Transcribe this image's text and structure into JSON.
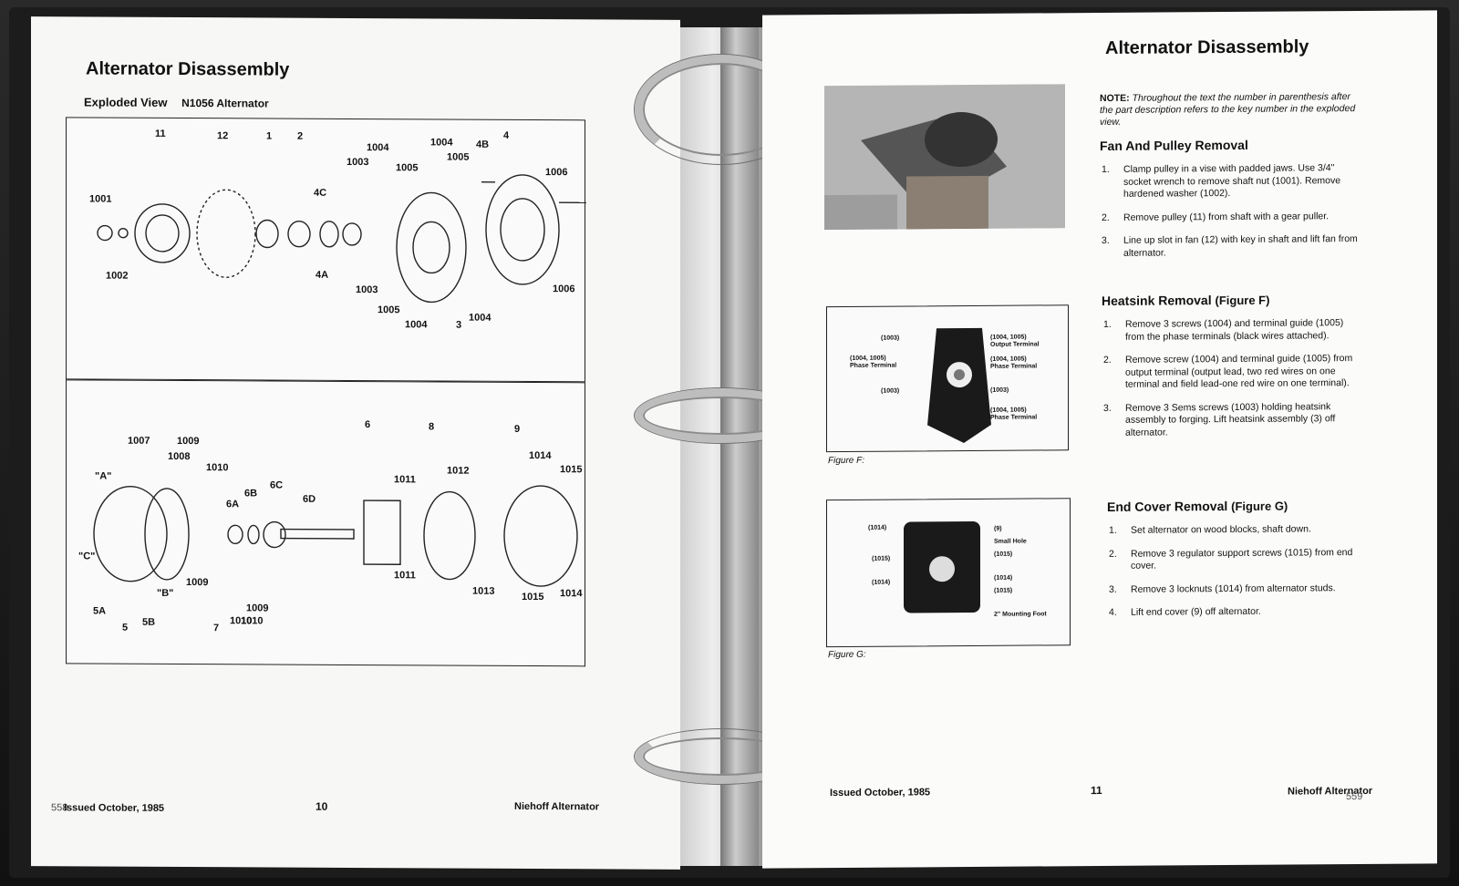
{
  "left_page": {
    "title": "Alternator Disassembly",
    "subtitle_a": "Exploded View",
    "subtitle_b": "N1056 Alternator",
    "top_labels": [
      {
        "t": "11"
      },
      {
        "t": "12"
      },
      {
        "t": "1"
      },
      {
        "t": "2"
      },
      {
        "t": "1001"
      },
      {
        "t": "1002"
      },
      {
        "t": "4C"
      },
      {
        "t": "4A"
      },
      {
        "t": "1003"
      },
      {
        "t": "1004"
      },
      {
        "t": "1005"
      },
      {
        "t": "1004"
      },
      {
        "t": "1005"
      },
      {
        "t": "4B"
      },
      {
        "t": "4"
      },
      {
        "t": "1006"
      },
      {
        "t": "1006"
      },
      {
        "t": "1003"
      },
      {
        "t": "1005"
      },
      {
        "t": "1004"
      },
      {
        "t": "3"
      },
      {
        "t": "1004"
      }
    ],
    "bottom_labels": [
      {
        "t": "1007"
      },
      {
        "t": "1009"
      },
      {
        "t": "1008"
      },
      {
        "t": "\"A\""
      },
      {
        "t": "1010"
      },
      {
        "t": "6B"
      },
      {
        "t": "6C"
      },
      {
        "t": "6A"
      },
      {
        "t": "6D"
      },
      {
        "t": "6"
      },
      {
        "t": "8"
      },
      {
        "t": "9"
      },
      {
        "t": "1011"
      },
      {
        "t": "1012"
      },
      {
        "t": "1014"
      },
      {
        "t": "1015"
      },
      {
        "t": "\"C\""
      },
      {
        "t": "1009"
      },
      {
        "t": "1010"
      },
      {
        "t": "\"B\""
      },
      {
        "t": "1011"
      },
      {
        "t": "1013"
      },
      {
        "t": "1015"
      },
      {
        "t": "1014"
      },
      {
        "t": "5A"
      },
      {
        "t": "5"
      },
      {
        "t": "5B"
      },
      {
        "t": "7"
      },
      {
        "t": "1010"
      },
      {
        "t": "1009"
      }
    ],
    "footer": {
      "left": "Issued October, 1985",
      "margin_num": "558",
      "center": "10",
      "right": "Niehoff Alternator"
    }
  },
  "right_page": {
    "title": "Alternator Disassembly",
    "note_label": "NOTE:",
    "note_text": "Throughout the text the number in parenthesis after the part description refers to the key number in the exploded view.",
    "sections": [
      {
        "title": "Fan And Pulley Removal",
        "title_suffix": "",
        "steps": [
          "Clamp pulley in a vise with padded jaws. Use 3/4\" socket wrench to remove shaft nut (1001). Remove hardened washer (1002).",
          "Remove pulley (11) from shaft with a gear puller.",
          "Line up slot in fan (12) with key in shaft and lift fan from alternator."
        ]
      },
      {
        "title": "Heatsink Removal",
        "title_suffix": "(Figure F)",
        "steps": [
          "Remove 3 screws (1004) and terminal guide (1005) from the phase terminals (black wires attached).",
          "Remove screw (1004) and terminal guide (1005) from output terminal (output lead, two red wires on one terminal and field lead-one red wire on one terminal).",
          "Remove 3 Sems screws (1003) holding heatsink assembly to forging. Lift heatsink assembly (3) off alternator."
        ]
      },
      {
        "title": "End Cover Removal",
        "title_suffix": "(Figure G)",
        "steps": [
          "Set alternator on wood blocks, shaft down.",
          "Remove 3 regulator support screws (1015) from end cover.",
          "Remove 3 locknuts (1014) from alternator studs.",
          "Lift end cover (9) off alternator."
        ]
      }
    ],
    "figure_f": {
      "caption": "Figure F:",
      "callouts": [
        "(1003)",
        "(1004, 1005)\nOutput Terminal",
        "(1004, 1005)\nPhase Terminal",
        "(1004, 1005)\nPhase Terminal",
        "(1003)",
        "(1003)",
        "(1004, 1005)\nPhase Terminal"
      ]
    },
    "figure_g": {
      "caption": "Figure G:",
      "callouts": [
        "(1014)",
        "(9)",
        "Small Hole",
        "(1015)",
        "(1015)",
        "(1014)",
        "(1014)",
        "(1015)",
        "2\" Mounting Foot"
      ]
    },
    "footer": {
      "left": "Issued October, 1985",
      "center": "11",
      "right": "Niehoff Alternator",
      "margin_num": "559"
    }
  }
}
